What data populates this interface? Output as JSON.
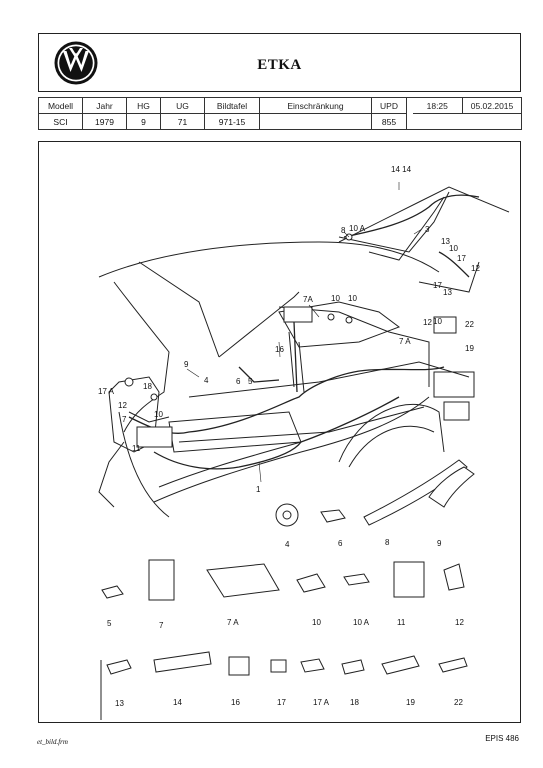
{
  "header": {
    "app_title": "ETKA",
    "logo_icon": "vw-logo-icon"
  },
  "meta": {
    "labels": [
      "Modell",
      "Jahr",
      "HG",
      "UG",
      "Bildtafel",
      "Einschränkung",
      "UPD"
    ],
    "values": [
      "SCI",
      "1979",
      "9",
      "71",
      "971-15",
      "",
      "855"
    ],
    "time": "18:25",
    "date": "05.02.2015"
  },
  "diagram": {
    "callouts": [
      "14 14",
      "3",
      "8",
      "10 A",
      "13",
      "10",
      "17",
      "12",
      "17",
      "13",
      "7A",
      "10",
      "10",
      "12",
      "10",
      "22",
      "7 A",
      "19",
      "16",
      "9",
      "4",
      "6",
      "5",
      "17 A",
      "18",
      "12",
      "10",
      "7",
      "11",
      "1"
    ],
    "part_labels": [
      "4",
      "6",
      "8",
      "9",
      "5",
      "7",
      "7 A",
      "10",
      "10 A",
      "11",
      "12",
      "13",
      "14",
      "16",
      "17",
      "17 A",
      "18",
      "19",
      "22"
    ]
  },
  "footer": {
    "left": "et_bild.frm",
    "right": "EPIS 486"
  }
}
